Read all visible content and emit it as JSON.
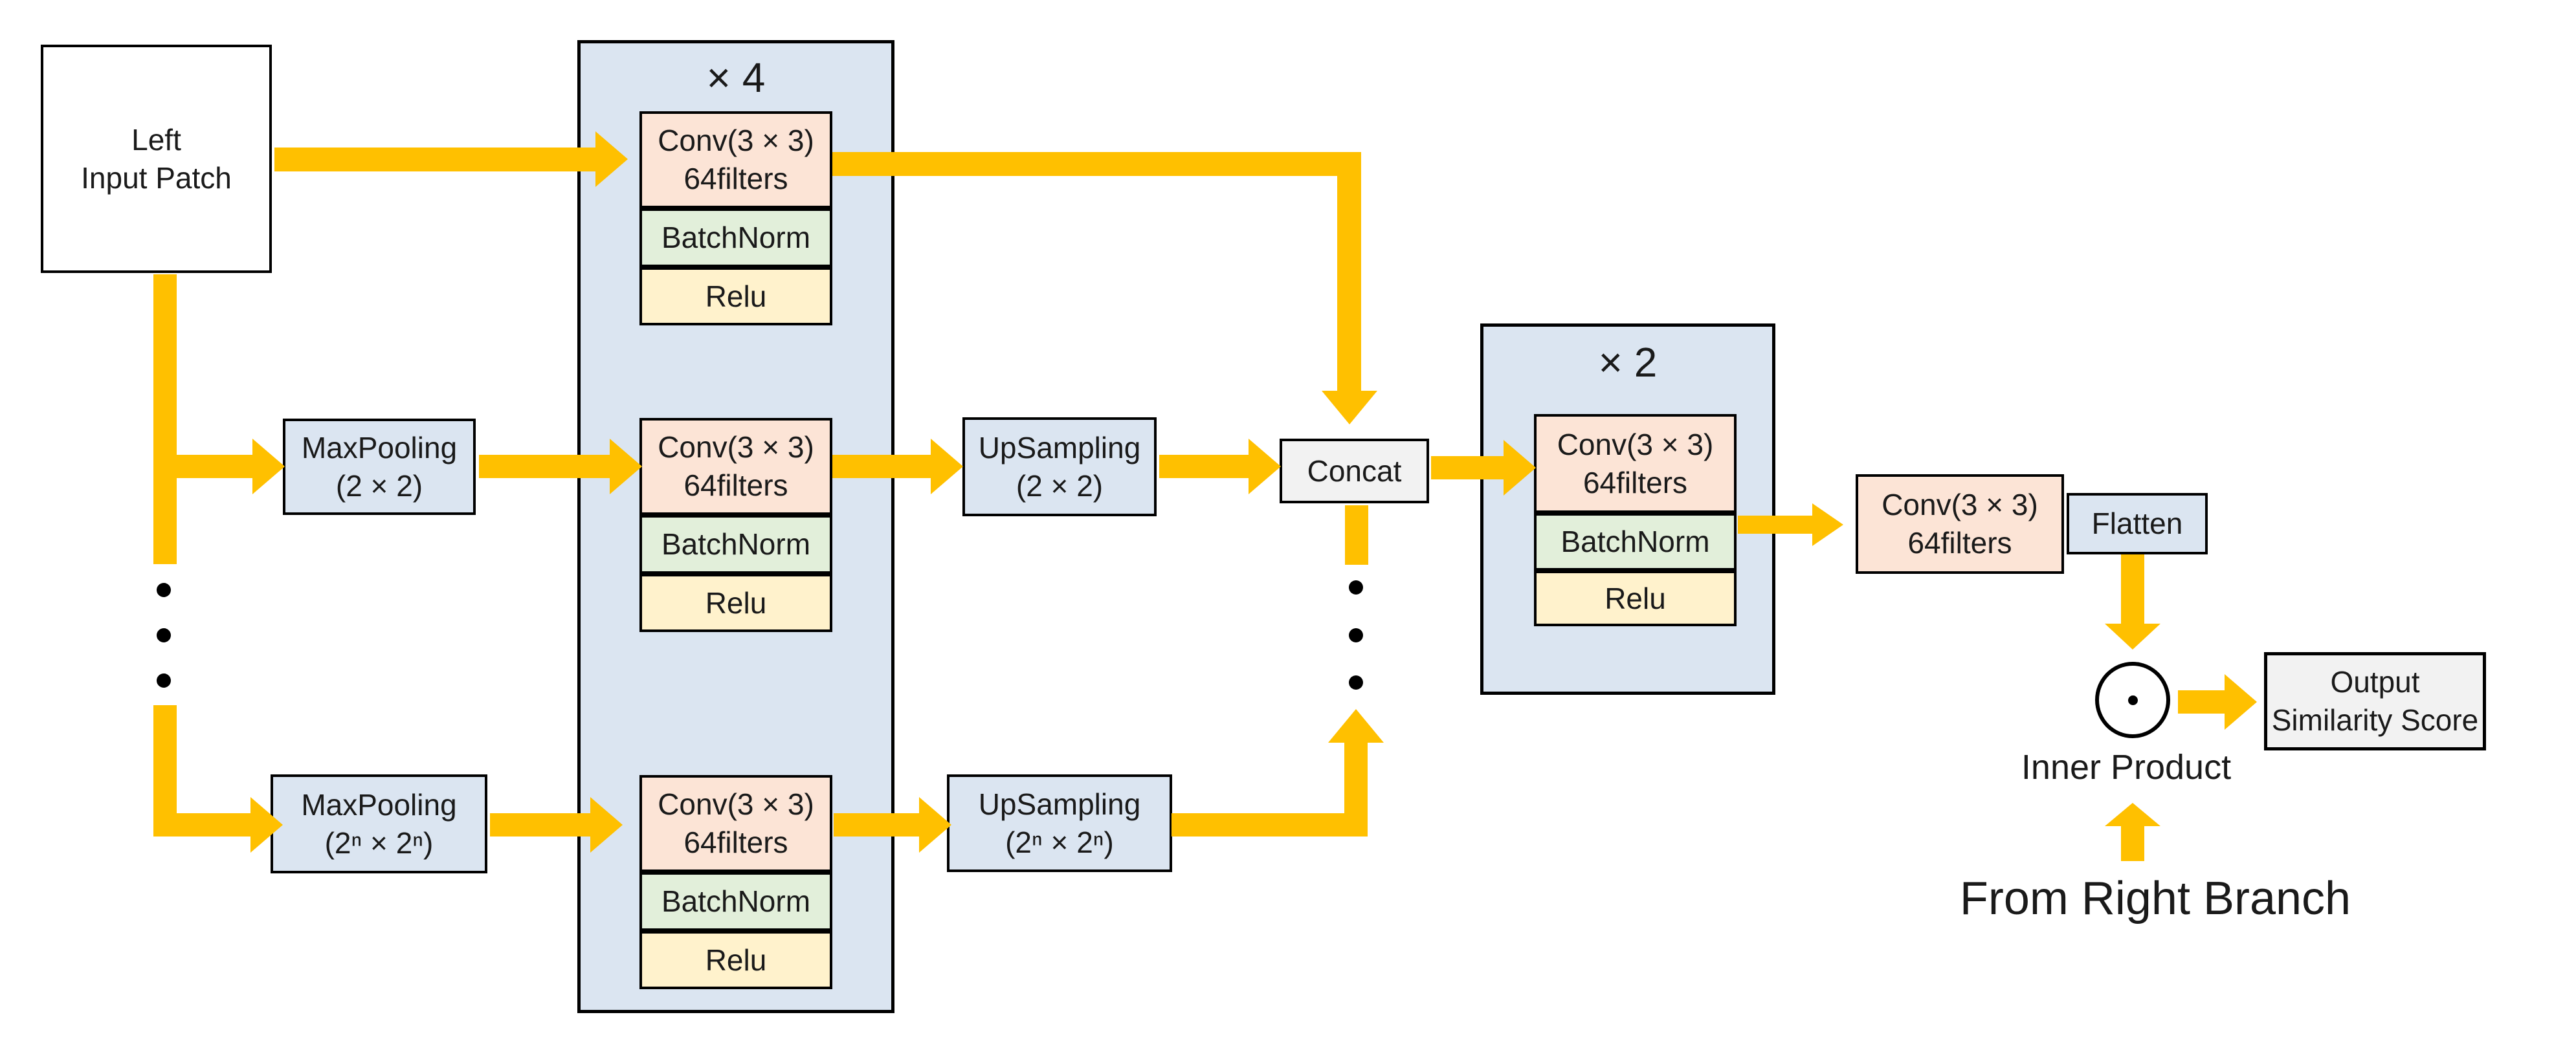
{
  "colors": {
    "arrow": "#FFC000",
    "container_fill": "#DBE5F1",
    "conv_fill": "#FCE4D6",
    "batchnorm_fill": "#E2EFDA",
    "relu_fill": "#FFF2CC",
    "io_fill": "#F2F2F2"
  },
  "nodes": {
    "left_input": {
      "label": "Left\nInput Patch"
    },
    "x4": {
      "title": "× 4",
      "blocks": [
        {
          "conv": "Conv(3 × 3)\n64filters",
          "batchnorm": "BatchNorm",
          "relu": "Relu"
        },
        {
          "conv": "Conv(3 × 3)\n64filters",
          "batchnorm": "BatchNorm",
          "relu": "Relu"
        },
        {
          "conv": "Conv(3 × 3)\n64filters",
          "batchnorm": "BatchNorm",
          "relu": "Relu"
        }
      ]
    },
    "maxpool_2x2": {
      "label": "MaxPooling\n(2 × 2)"
    },
    "maxpool_2n": {
      "label": "MaxPooling\n(2ⁿ × 2ⁿ)"
    },
    "upsampling_2x2": {
      "label": "UpSampling\n(2 × 2)"
    },
    "upsampling_2n": {
      "label": "UpSampling\n(2ⁿ × 2ⁿ)"
    },
    "concat": {
      "label": "Concat"
    },
    "x2": {
      "title": "× 2",
      "block": {
        "conv": "Conv(3 × 3)\n64filters",
        "batchnorm": "BatchNorm",
        "relu": "Relu"
      }
    },
    "conv_final": {
      "label": "Conv(3 × 3)\n64filters"
    },
    "flatten": {
      "label": "Flatten"
    },
    "inner_product": {
      "label": "Inner Product"
    },
    "output": {
      "label": "Output\nSimilarity Score"
    },
    "from_right_branch": {
      "label": "From Right Branch"
    }
  }
}
